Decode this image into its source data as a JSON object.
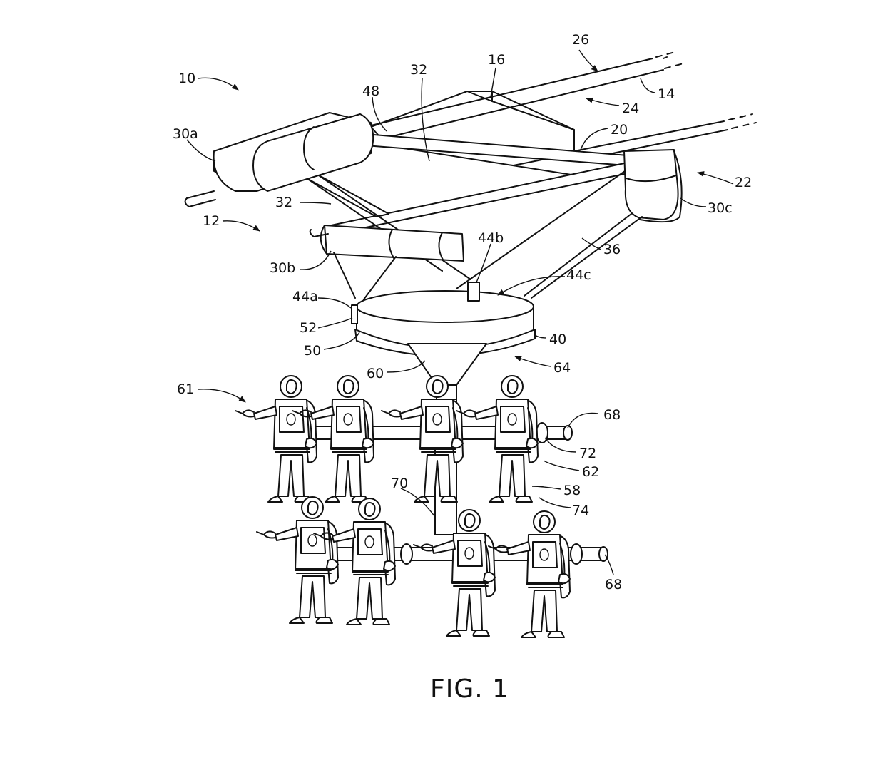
{
  "figure": {
    "caption": "FIG. 1",
    "labels": [
      {
        "id": "10",
        "text": "10"
      },
      {
        "id": "26",
        "text": "26"
      },
      {
        "id": "16",
        "text": "16"
      },
      {
        "id": "32a",
        "text": "32"
      },
      {
        "id": "48",
        "text": "48"
      },
      {
        "id": "14",
        "text": "14"
      },
      {
        "id": "24",
        "text": "24"
      },
      {
        "id": "30a",
        "text": "30a"
      },
      {
        "id": "20",
        "text": "20"
      },
      {
        "id": "22",
        "text": "22"
      },
      {
        "id": "30c",
        "text": "30c"
      },
      {
        "id": "32b",
        "text": "32"
      },
      {
        "id": "12",
        "text": "12"
      },
      {
        "id": "44b",
        "text": "44b"
      },
      {
        "id": "36",
        "text": "36"
      },
      {
        "id": "30b",
        "text": "30b"
      },
      {
        "id": "44c",
        "text": "44c"
      },
      {
        "id": "44a",
        "text": "44a"
      },
      {
        "id": "52",
        "text": "52"
      },
      {
        "id": "40",
        "text": "40"
      },
      {
        "id": "50",
        "text": "50"
      },
      {
        "id": "64",
        "text": "64"
      },
      {
        "id": "60",
        "text": "60"
      },
      {
        "id": "61",
        "text": "61"
      },
      {
        "id": "68a",
        "text": "68"
      },
      {
        "id": "72",
        "text": "72"
      },
      {
        "id": "62",
        "text": "62"
      },
      {
        "id": "70",
        "text": "70"
      },
      {
        "id": "58",
        "text": "58"
      },
      {
        "id": "74",
        "text": "74"
      },
      {
        "id": "68b",
        "text": "68"
      }
    ]
  }
}
